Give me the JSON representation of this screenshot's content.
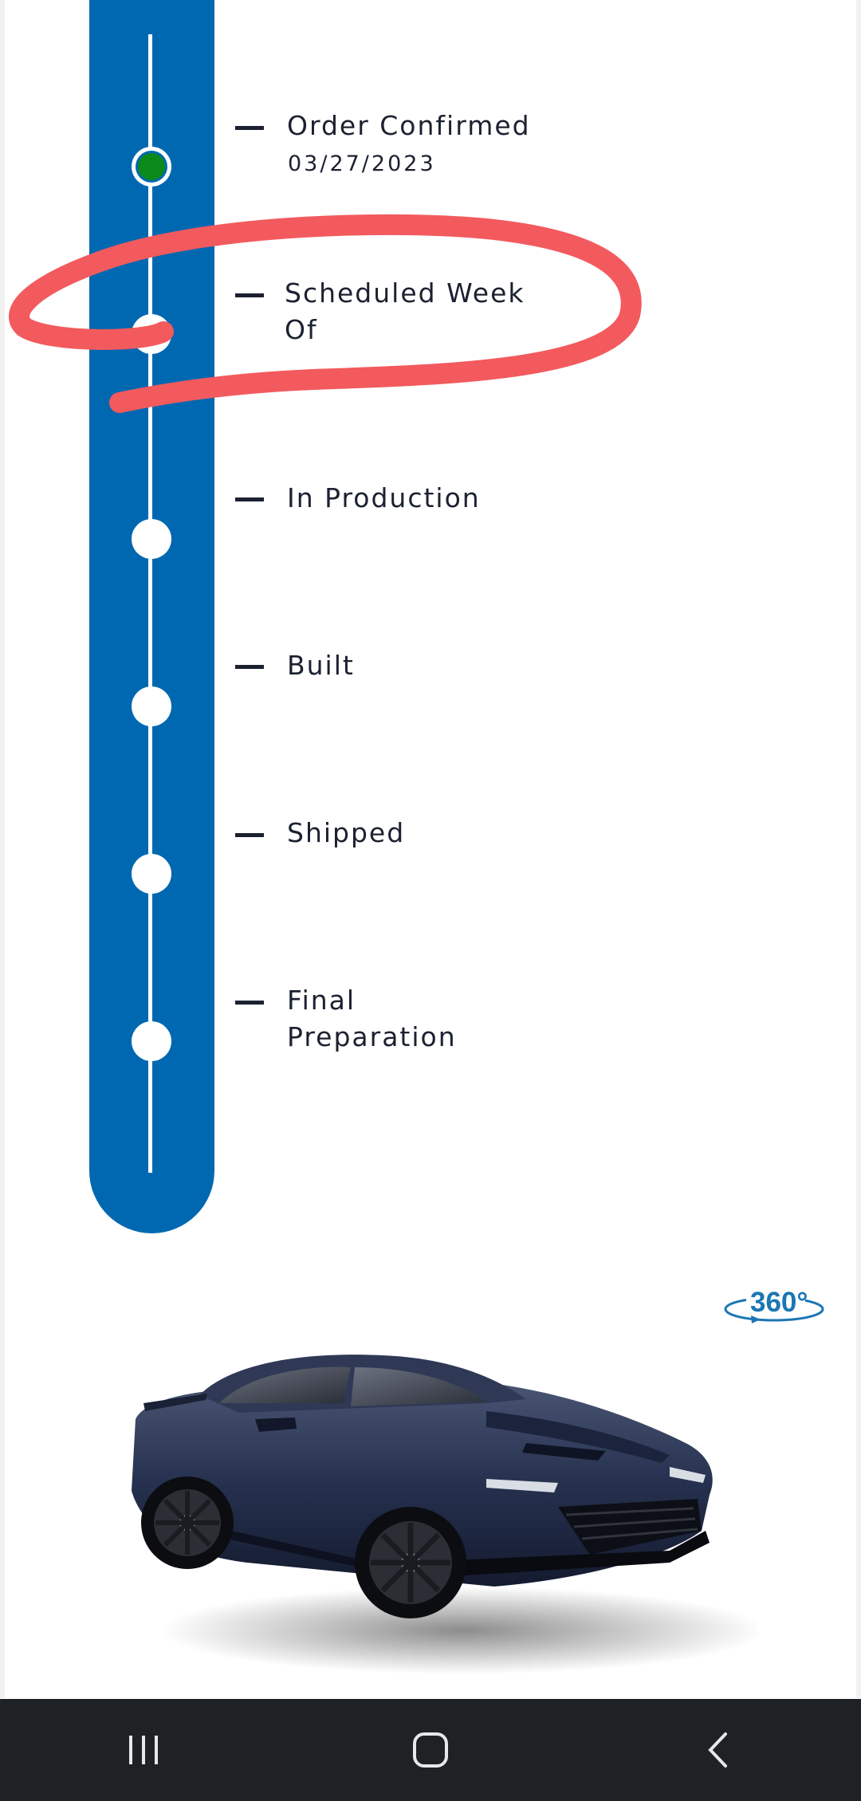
{
  "colors": {
    "timeline_bar": "#0068b1",
    "step_complete": "#0b8a1a",
    "step_pending": "#ffffff",
    "text": "#1b2130",
    "annotation": "#f25a5e",
    "badge": "#1b76b4",
    "nav_bar": "#1f2224",
    "nav_icon": "#e8e8e8"
  },
  "steps": [
    {
      "label": "Order Confirmed",
      "date": "03/27/2023",
      "status": "complete"
    },
    {
      "label": "Scheduled Week Of",
      "status": "pending"
    },
    {
      "label": "In Production",
      "status": "pending"
    },
    {
      "label": "Built",
      "status": "pending"
    },
    {
      "label": "Shipped",
      "status": "pending"
    },
    {
      "label": "Final Preparation",
      "status": "pending"
    }
  ],
  "viewer": {
    "badge_text": "360°",
    "icon": "rotate-360-icon"
  },
  "system_nav": {
    "recent_icon": "recent-apps-icon",
    "home_icon": "home-icon",
    "back_icon": "back-icon"
  }
}
